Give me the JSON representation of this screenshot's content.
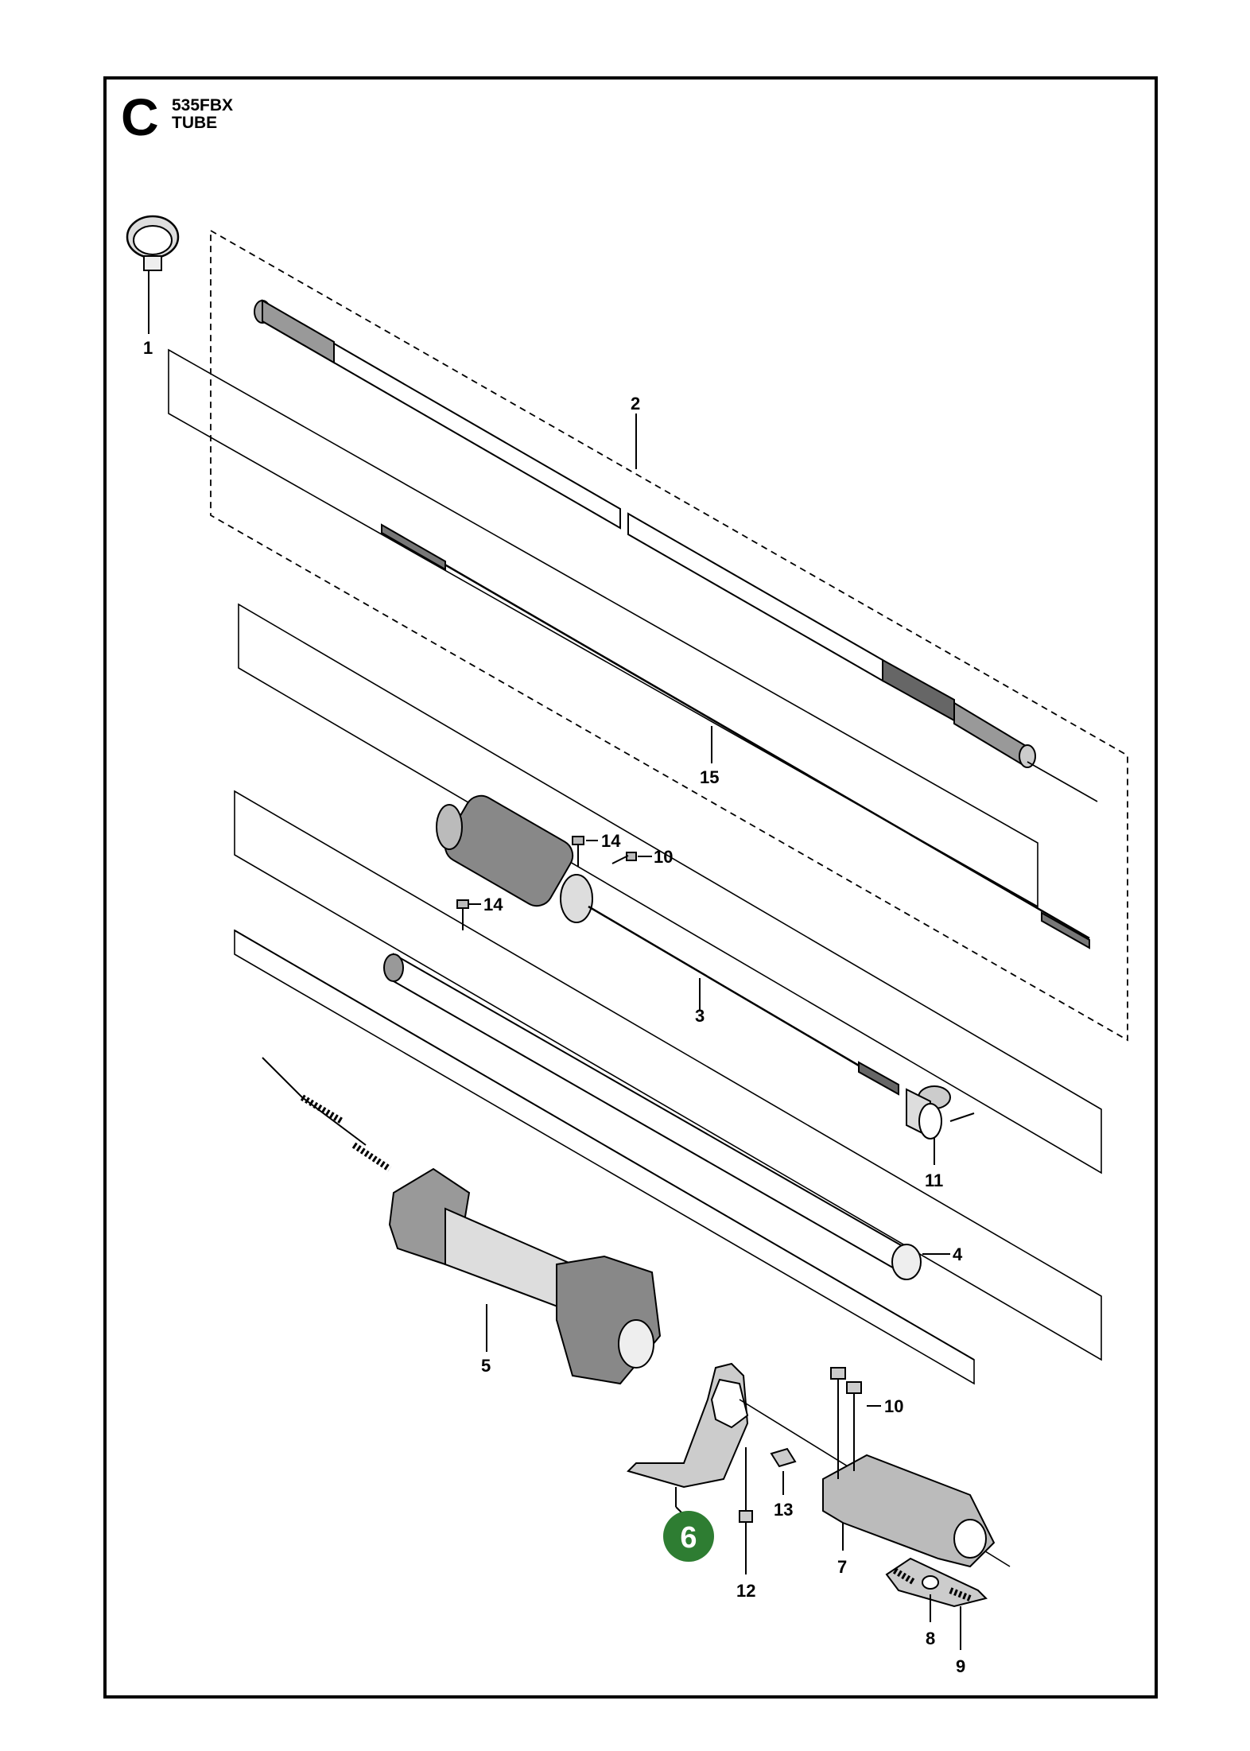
{
  "header": {
    "section_letter": "C",
    "model": "535FBX",
    "title": "TUBE"
  },
  "highlight_color": "#2e7d32",
  "callouts": {
    "c1": "1",
    "c2": "2",
    "c3": "3",
    "c4": "4",
    "c5": "5",
    "c6": "6",
    "c7": "7",
    "c8": "8",
    "c9": "9",
    "c10a": "10",
    "c10b": "10",
    "c11": "11",
    "c12": "12",
    "c13": "13",
    "c14a": "14",
    "c14b": "14",
    "c15": "15"
  },
  "highlighted_part": "6"
}
